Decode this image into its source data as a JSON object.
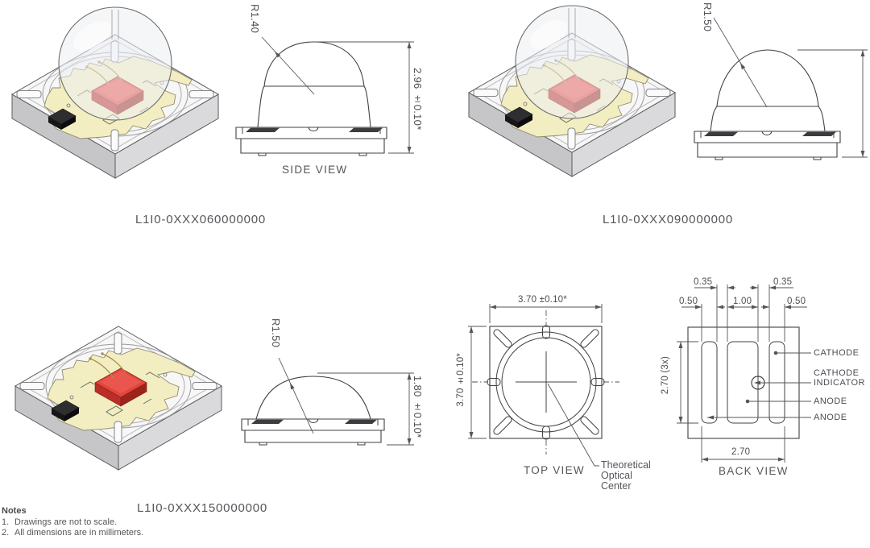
{
  "views": {
    "iso_060": {
      "part_number": "L1I0-0XXX060000000"
    },
    "iso_090": {
      "part_number": "L1I0-0XXX090000000"
    },
    "iso_150": {
      "part_number": "L1I0-0XXX150000000"
    },
    "side_view_1": {
      "caption": "SIDE VIEW",
      "radius_label": "R1.40",
      "height_dim": "2.96 ±0.10*"
    },
    "side_view_2": {
      "radius_label": "R1.50"
    },
    "side_view_3": {
      "radius_label": "R1.50",
      "height_dim": "1.80 ±0.10*"
    },
    "top_view": {
      "caption": "TOP VIEW",
      "width_dim": "3.70 ±0.10*",
      "height_dim": "3.70 ±0.10*",
      "optical_center": {
        "line1": "Theoretical",
        "line2": "Optical",
        "line3": "Center"
      }
    },
    "back_view": {
      "caption": "BACK VIEW",
      "dim_gap_left": "0.35",
      "dim_gap_right": "0.35",
      "dim_pad_left": "0.50",
      "dim_pad_center": "1.00",
      "dim_pad_right": "0.50",
      "dim_pad_height": "2.70 (3x)",
      "dim_total_width": "2.70",
      "label_cathode": "CATHODE",
      "label_cathode_indicator_line1": "CATHODE",
      "label_cathode_indicator_line2": "INDICATOR",
      "label_anode_1": "ANODE",
      "label_anode_2": "ANODE"
    }
  },
  "notes": {
    "title": "Notes",
    "item1_number": "1.",
    "item1_text": "Drawings are not to scale.",
    "item2_number": "2.",
    "item2_text": "All dimensions are in millimeters."
  },
  "colors": {
    "line": "#3f4144",
    "dim_line": "#54565b",
    "text": "#55565b",
    "die_red": "#e2453c",
    "metallization_yellow": "#f3eec2",
    "base_gray": "#f7f7f8"
  }
}
